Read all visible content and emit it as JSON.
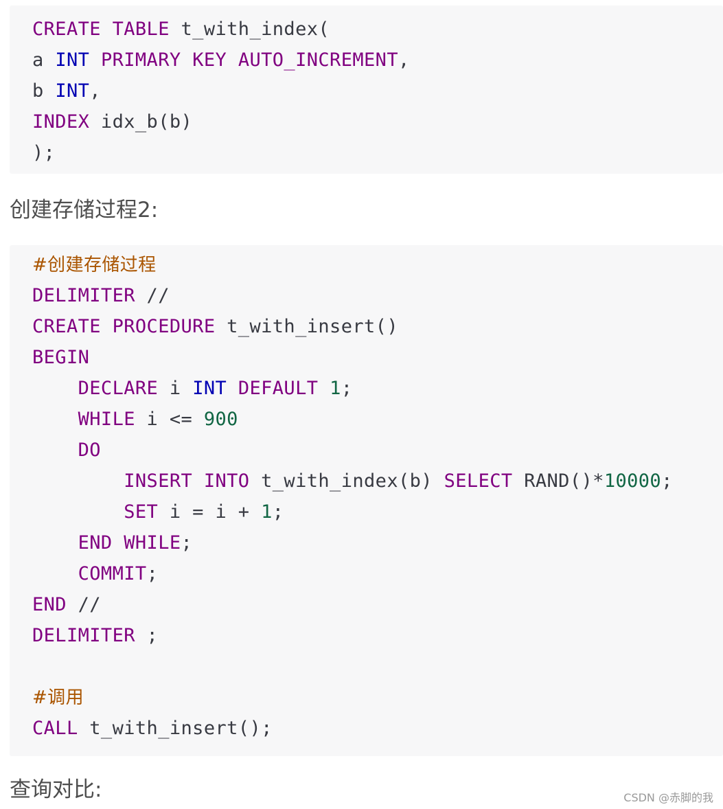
{
  "block1": {
    "lines": [
      [
        {
          "t": "CREATE",
          "c": "kw"
        },
        {
          "t": " "
        },
        {
          "t": "TABLE",
          "c": "kw"
        },
        {
          "t": " t_with_index("
        }
      ],
      [
        {
          "t": "a "
        },
        {
          "t": "INT",
          "c": "typ"
        },
        {
          "t": " "
        },
        {
          "t": "PRIMARY",
          "c": "kw"
        },
        {
          "t": " "
        },
        {
          "t": "KEY",
          "c": "kw"
        },
        {
          "t": " "
        },
        {
          "t": "AUTO_INCREMENT",
          "c": "kw"
        },
        {
          "t": ","
        }
      ],
      [
        {
          "t": "b "
        },
        {
          "t": "INT",
          "c": "typ"
        },
        {
          "t": ","
        }
      ],
      [
        {
          "t": "INDEX",
          "c": "kw"
        },
        {
          "t": " idx_b(b)"
        }
      ],
      [
        {
          "t": ");"
        }
      ]
    ]
  },
  "para1": "创建存储过程2:",
  "block2": {
    "lines": [
      [
        {
          "t": "#创建存储过程",
          "c": "cmt"
        }
      ],
      [
        {
          "t": "DELIMITER",
          "c": "kw"
        },
        {
          "t": " //"
        }
      ],
      [
        {
          "t": "CREATE",
          "c": "kw"
        },
        {
          "t": " "
        },
        {
          "t": "PROCEDURE",
          "c": "kw"
        },
        {
          "t": " t_with_insert()"
        }
      ],
      [
        {
          "t": "BEGIN",
          "c": "kw"
        }
      ],
      [
        {
          "t": "    "
        },
        {
          "t": "DECLARE",
          "c": "kw"
        },
        {
          "t": " i "
        },
        {
          "t": "INT",
          "c": "typ"
        },
        {
          "t": " "
        },
        {
          "t": "DEFAULT",
          "c": "kw"
        },
        {
          "t": " "
        },
        {
          "t": "1",
          "c": "num"
        },
        {
          "t": ";"
        }
      ],
      [
        {
          "t": "    "
        },
        {
          "t": "WHILE",
          "c": "kw"
        },
        {
          "t": " i <= "
        },
        {
          "t": "900",
          "c": "num"
        }
      ],
      [
        {
          "t": "    "
        },
        {
          "t": "DO",
          "c": "kw"
        }
      ],
      [
        {
          "t": "        "
        },
        {
          "t": "INSERT",
          "c": "kw"
        },
        {
          "t": " "
        },
        {
          "t": "INTO",
          "c": "kw"
        },
        {
          "t": " t_with_index(b) "
        },
        {
          "t": "SELECT",
          "c": "kw"
        },
        {
          "t": " RAND()*"
        },
        {
          "t": "10000",
          "c": "num"
        },
        {
          "t": ";"
        }
      ],
      [
        {
          "t": "        "
        },
        {
          "t": "SET",
          "c": "kw"
        },
        {
          "t": " i = i + "
        },
        {
          "t": "1",
          "c": "num"
        },
        {
          "t": ";"
        }
      ],
      [
        {
          "t": "    "
        },
        {
          "t": "END",
          "c": "kw"
        },
        {
          "t": " "
        },
        {
          "t": "WHILE",
          "c": "kw"
        },
        {
          "t": ";"
        }
      ],
      [
        {
          "t": "    "
        },
        {
          "t": "COMMIT",
          "c": "kw"
        },
        {
          "t": ";"
        }
      ],
      [
        {
          "t": "END",
          "c": "kw"
        },
        {
          "t": " //"
        }
      ],
      [
        {
          "t": "DELIMITER",
          "c": "kw"
        },
        {
          "t": " ;"
        }
      ],
      [
        {
          "t": ""
        }
      ],
      [
        {
          "t": "#调用",
          "c": "cmt"
        }
      ],
      [
        {
          "t": "CALL",
          "c": "kw"
        },
        {
          "t": " t_with_insert();"
        }
      ]
    ]
  },
  "para2": "查询对比:",
  "watermark": "CSDN @赤脚的我",
  "colors": {
    "keyword": "#800080",
    "type": "#0000b3",
    "number": "#116644",
    "comment": "#aa5500",
    "plain": "#383a42",
    "code_background": "#f7f7f8"
  }
}
